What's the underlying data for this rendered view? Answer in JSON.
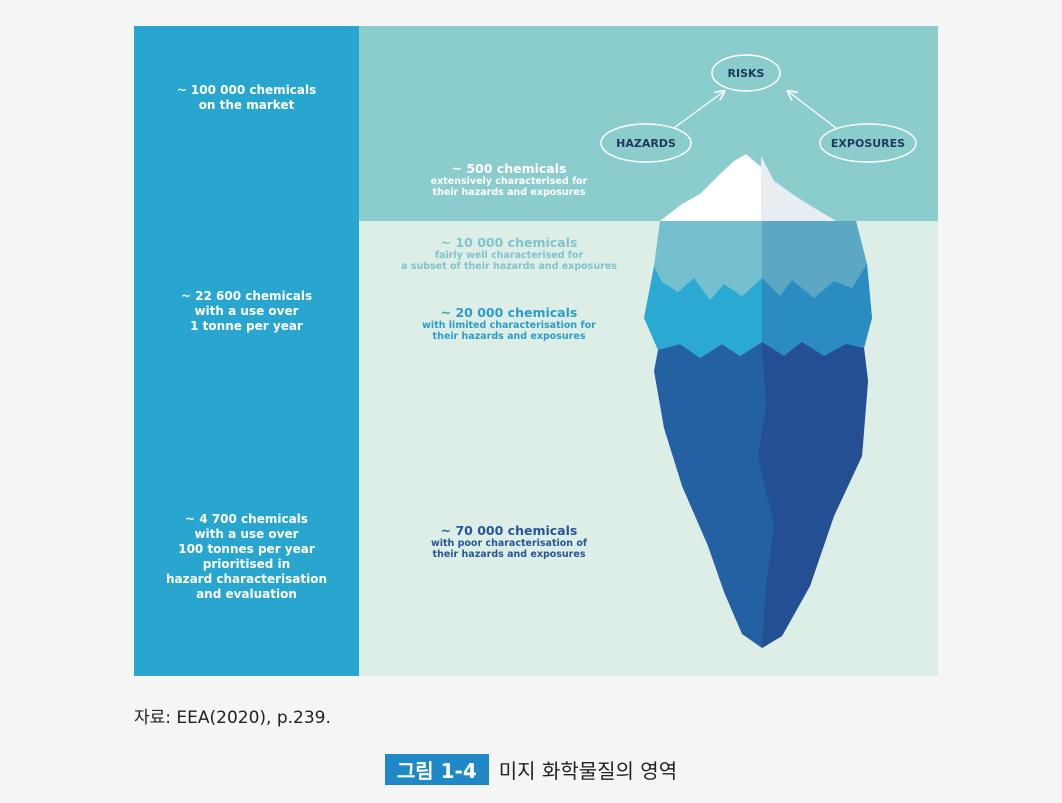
{
  "left_panel": {
    "top": "~ 100 000 chemicals\non the market",
    "middle": "~ 22 600 chemicals\nwith a use over\n1 tonne per year",
    "bottom": "~ 4 700 chemicals\nwith a use over\n100 tonnes per year\nprioritised in\nhazard characterisation\nand evaluation"
  },
  "risk_diagram": {
    "risks": "RISKS",
    "hazards": "HAZARDS",
    "exposures": "EXPOSURES"
  },
  "tiers": [
    {
      "title": "~ 500 chemicals",
      "desc": "extensively characterised for\ntheir hazards and exposures",
      "color": "#ffffff"
    },
    {
      "title": "~ 10 000 chemicals",
      "desc": "fairly well characterised for\na subset of their hazards and exposures",
      "color": "#7fc3cf"
    },
    {
      "title": "~ 20 000 chemicals",
      "desc": "with limited characterisation for\ntheir hazards and exposures",
      "color": "#2b9dcb"
    },
    {
      "title": "~ 70 000 chemicals",
      "desc": "with poor characterisation of\ntheir hazards and exposures",
      "color": "#25559a"
    }
  ],
  "colors": {
    "left_panel": "#29a6cf",
    "sky": "#8bcccd",
    "sea": "#ddeee6",
    "tip": "#ffffff",
    "layer1": "#74c0cf",
    "layer2": "#2aa9d2",
    "layer3": "#2361a3",
    "figure_label_bg": "#1f88c6"
  },
  "caption": {
    "source": "자료: EEA(2020), p.239.",
    "figure_label": "그림 1-4",
    "figure_title": "미지 화학물질의 영역"
  }
}
